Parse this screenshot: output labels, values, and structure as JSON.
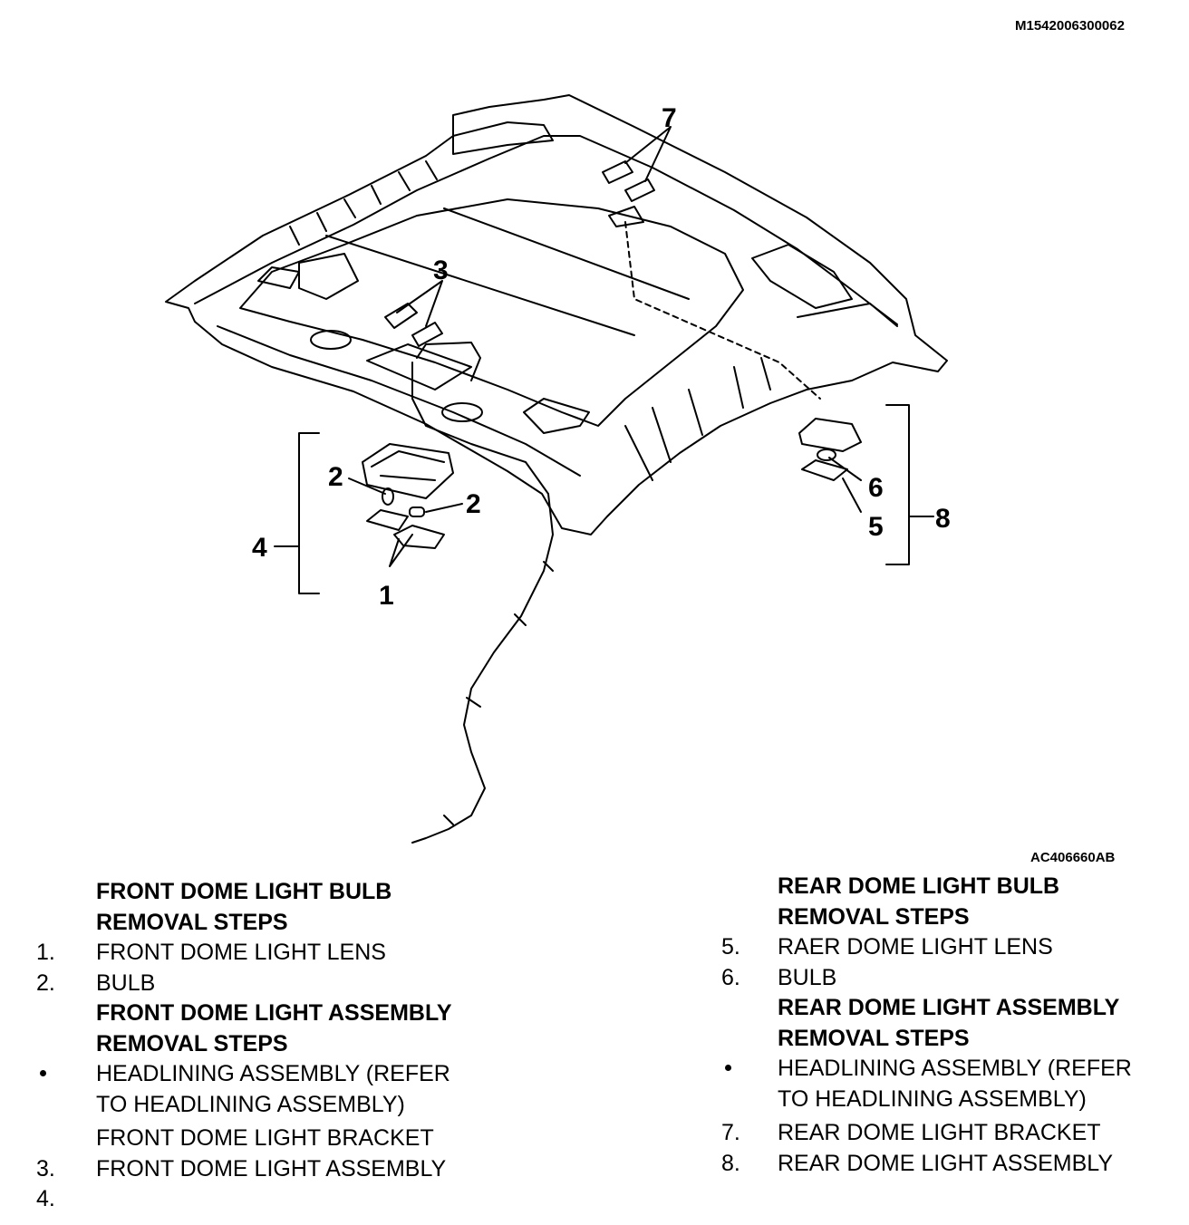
{
  "figure_id_top": "M1542006300062",
  "figure_id_bottom": "AC406660AB",
  "callouts": [
    "7",
    "3",
    "2",
    "2",
    "4",
    "1",
    "6",
    "5",
    "8"
  ],
  "left_list": {
    "heading1": [
      "FRONT DOME LIGHT BULB",
      "REMOVAL STEPS"
    ],
    "items1": [
      {
        "num": "1.",
        "text": "FRONT DOME LIGHT LENS"
      },
      {
        "num": "2.",
        "text": "BULB"
      }
    ],
    "heading2": [
      "FRONT DOME LIGHT ASSEMBLY",
      "REMOVAL STEPS"
    ],
    "bullet_text": [
      "HEADLINING ASSEMBLY (REFER",
      "TO HEADLINING  ASSEMBLY)"
    ],
    "bracket_text": "FRONT DOME LIGHT BRACKET",
    "assembly_text": "FRONT DOME LIGHT ASSEMBLY",
    "num3": "3.",
    "num4": "4."
  },
  "right_list": {
    "heading1": [
      "REAR DOME LIGHT BULB",
      "REMOVAL STEPS"
    ],
    "items1": [
      {
        "num": "5.",
        "text": "RAER DOME LIGHT LENS"
      },
      {
        "num": "6.",
        "text": "BULB"
      }
    ],
    "heading2": [
      "REAR DOME LIGHT ASSEMBLY",
      "REMOVAL STEPS"
    ],
    "bullet_text": [
      "HEADLINING ASSEMBLY (REFER",
      "TO HEADLINING  ASSEMBLY)"
    ],
    "items2": [
      {
        "num": "7.",
        "text": "REAR DOME LIGHT BRACKET"
      },
      {
        "num": "8.",
        "text": "REAR DOME LIGHT ASSEMBLY"
      }
    ]
  }
}
